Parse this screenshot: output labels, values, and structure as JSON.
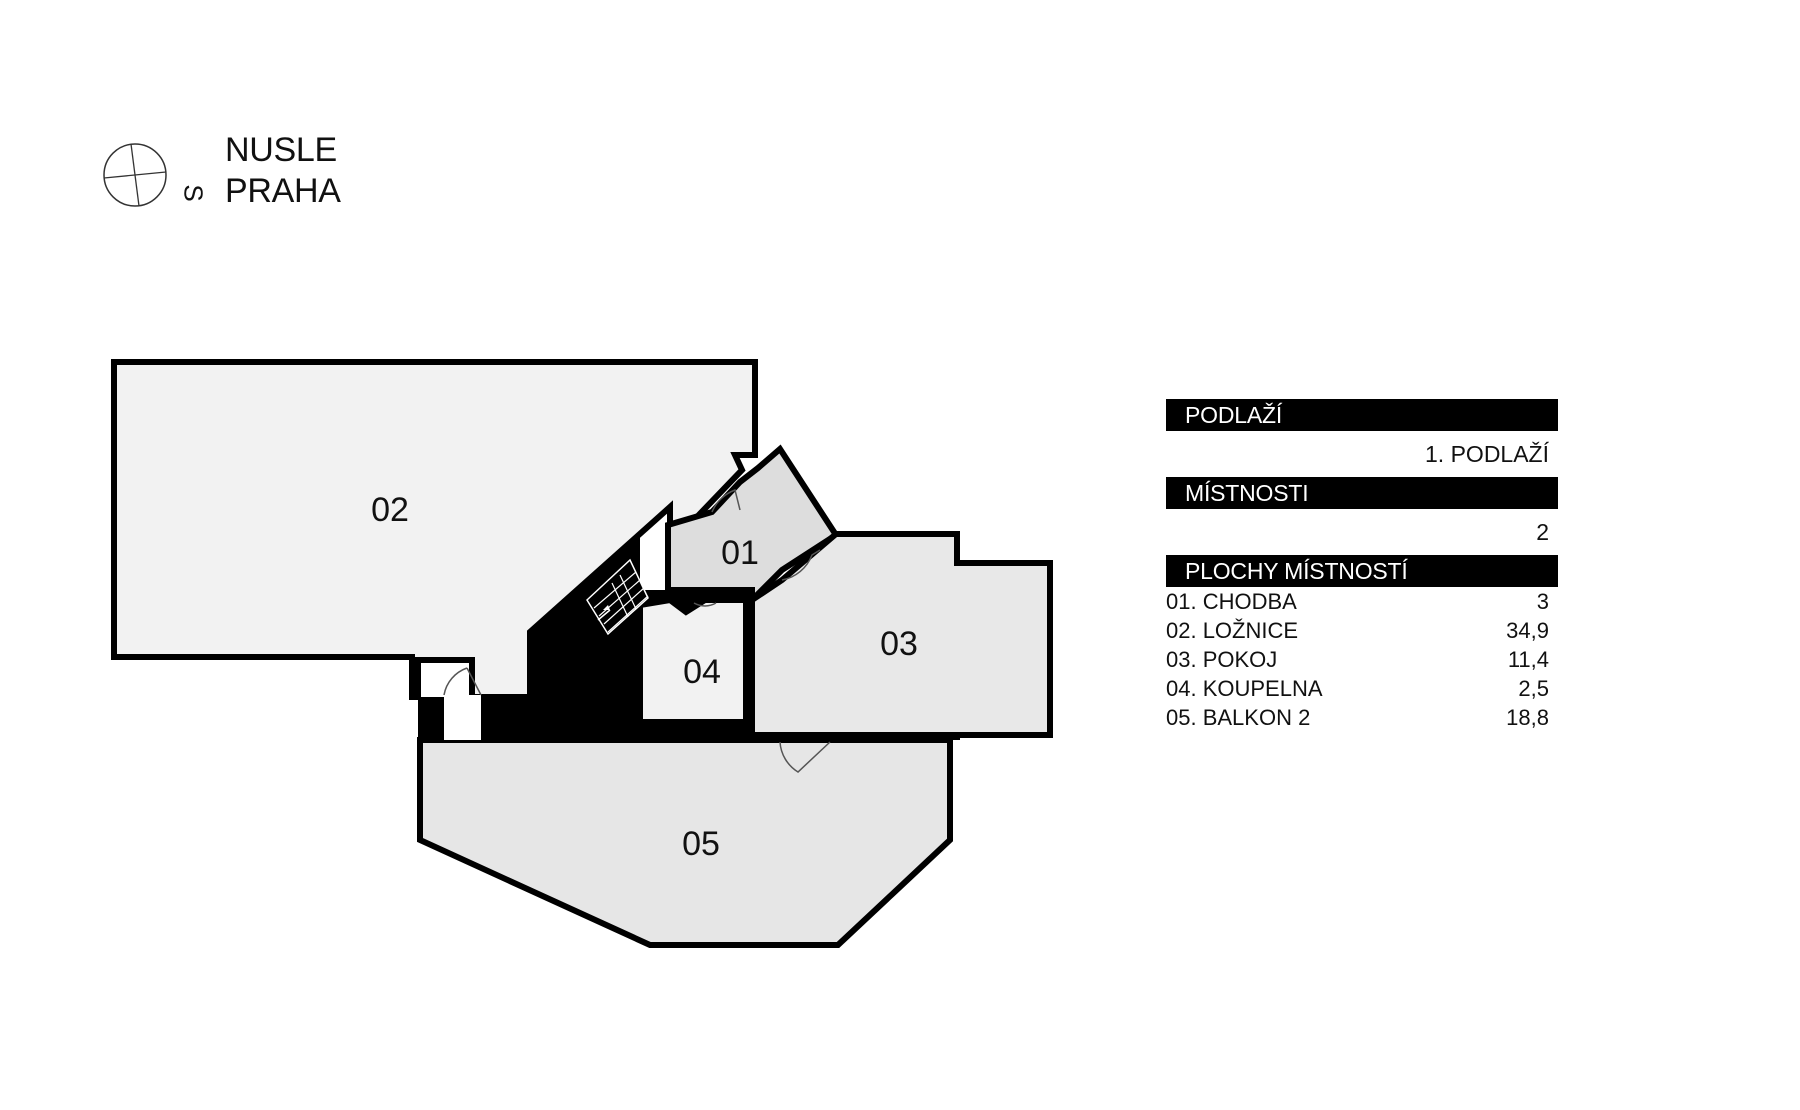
{
  "header": {
    "compass_letter": "S",
    "location_line1": "NUSLE",
    "location_line2": "PRAHA"
  },
  "rooms": [
    {
      "id": "01",
      "label": "01"
    },
    {
      "id": "02",
      "label": "02"
    },
    {
      "id": "03",
      "label": "03"
    },
    {
      "id": "04",
      "label": "04"
    },
    {
      "id": "05",
      "label": "05"
    }
  ],
  "info": {
    "floor_header": "PODLAŽÍ",
    "floor_value": "1. PODLAŽÍ",
    "rooms_header": "MÍSTNOSTI",
    "rooms_value": "2",
    "areas_header": "PLOCHY MÍSTNOSTÍ",
    "areas": [
      {
        "label": "01. CHODBA",
        "value": "3"
      },
      {
        "label": "02. LOŽNICE",
        "value": "34,9"
      },
      {
        "label": "03. POKOJ",
        "value": "11,4"
      },
      {
        "label": "04. KOUPELNA",
        "value": "2,5"
      },
      {
        "label": "05. BALKON 2",
        "value": "18,8"
      }
    ]
  },
  "colors": {
    "wall": "#000000",
    "room_light": "#f2f2f2",
    "room_mid": "#e6e6e6",
    "room_hall": "#dddddd"
  }
}
